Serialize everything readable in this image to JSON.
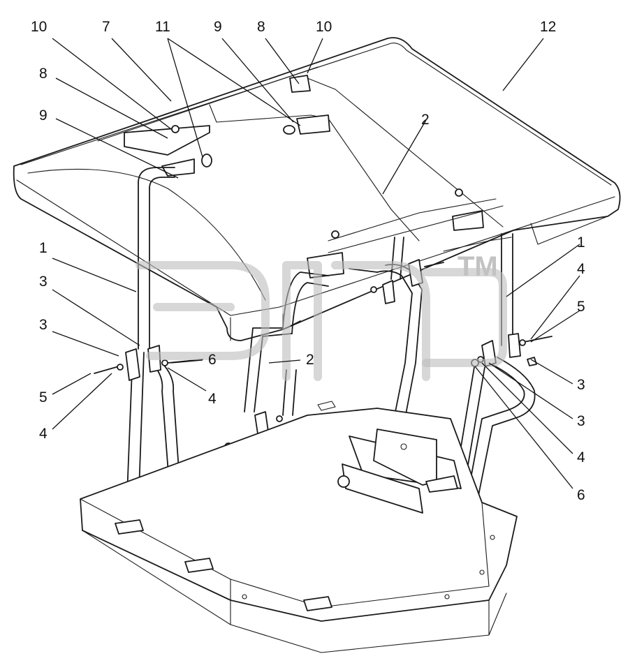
{
  "callouts": [
    {
      "id": "c10a",
      "label": "10"
    },
    {
      "id": "c7",
      "label": "7"
    },
    {
      "id": "c11",
      "label": "11"
    },
    {
      "id": "c9a",
      "label": "9"
    },
    {
      "id": "c8a",
      "label": "8"
    },
    {
      "id": "c10b",
      "label": "10"
    },
    {
      "id": "c12",
      "label": "12"
    },
    {
      "id": "c8b",
      "label": "8"
    },
    {
      "id": "c9b",
      "label": "9"
    },
    {
      "id": "c2a",
      "label": "2"
    },
    {
      "id": "c1a",
      "label": "1"
    },
    {
      "id": "c1b",
      "label": "1"
    },
    {
      "id": "c4a",
      "label": "4"
    },
    {
      "id": "c3a",
      "label": "3"
    },
    {
      "id": "c5a",
      "label": "5"
    },
    {
      "id": "c3b",
      "label": "3"
    },
    {
      "id": "c6a",
      "label": "6"
    },
    {
      "id": "c2b",
      "label": "2"
    },
    {
      "id": "c5b",
      "label": "5"
    },
    {
      "id": "c4b",
      "label": "4"
    },
    {
      "id": "c4c",
      "label": "4"
    },
    {
      "id": "c3c",
      "label": "3"
    },
    {
      "id": "c3d",
      "label": "3"
    },
    {
      "id": "c4d",
      "label": "4"
    },
    {
      "id": "c6b",
      "label": "6"
    }
  ],
  "watermark": {
    "text": "TM"
  }
}
